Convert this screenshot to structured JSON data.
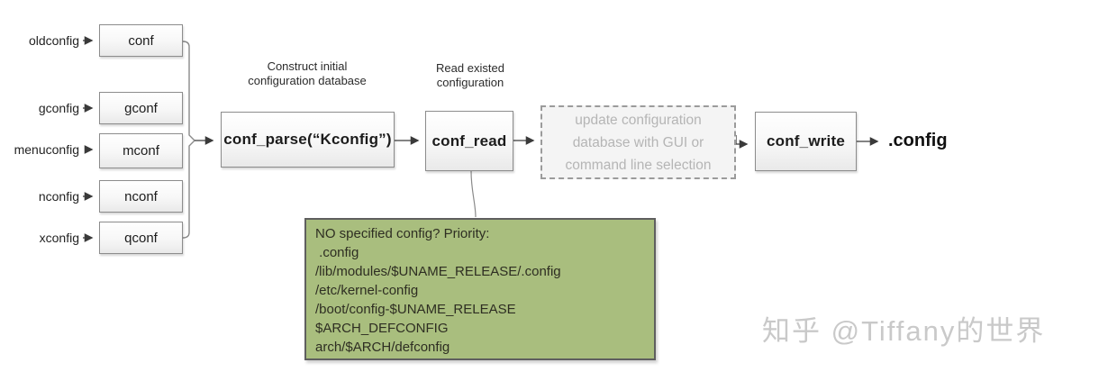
{
  "diagram": {
    "targets": [
      {
        "command": "oldconfig",
        "binary": "conf"
      },
      {
        "command": "gconfig",
        "binary": "gconf"
      },
      {
        "command": "menuconfig",
        "binary": "mconf"
      },
      {
        "command": "nconfig",
        "binary": "nconf"
      },
      {
        "command": "xconfig",
        "binary": "qconf"
      }
    ],
    "annotations": {
      "construct": "Construct initial\nconfiguration database",
      "read": "Read existed\nconfiguration"
    },
    "nodes": {
      "conf_parse": "conf_parse(“Kconfig”)",
      "conf_read": "conf_read",
      "update_step": "update configuration\ndatabase with GUI or\ncommand line selection",
      "conf_write": "conf_write",
      "output": ".config"
    },
    "note": {
      "title": "NO specified config? Priority:",
      "items": [
        " .config",
        "/lib/modules/$UNAME_RELEASE/.config",
        "/etc/kernel-config",
        "/boot/config-$UNAME_RELEASE",
        "$ARCH_DEFCONFIG",
        "arch/$ARCH/defconfig"
      ]
    }
  },
  "watermark": "知乎 @Tiffany的世界",
  "colors": {
    "note_fill": "#a9be7e",
    "box_border": "#8c8c8c",
    "muted_text": "#b5b5b5",
    "arrow": "#3a3a3a",
    "watermark": "#c9c9c9"
  }
}
